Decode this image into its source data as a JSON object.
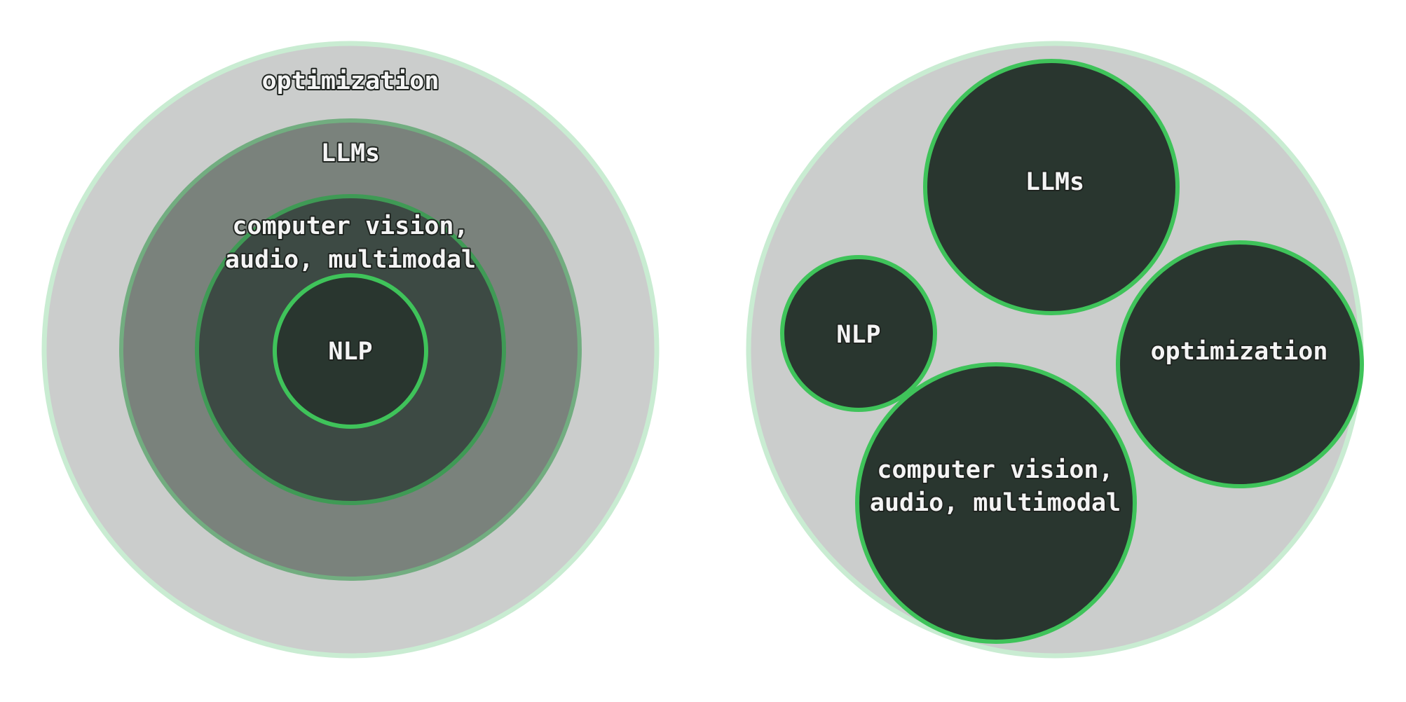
{
  "colors": {
    "outer_fill": "#cbcdcc",
    "outer_stroke": "#c9ecd2",
    "llms_nested_fill": "#7a827c",
    "llms_nested_stroke": "#72ad80",
    "cv_nested_fill": "#3d4a44",
    "cv_nested_stroke": "#3f9a55",
    "dark_fill": "#29362f",
    "bright_stroke": "#3fc35a"
  },
  "left_diagram": {
    "labels": {
      "optimization": "optimization",
      "llms": "LLMs",
      "cv_line1": "computer vision,",
      "cv_line2": "audio, multimodal",
      "nlp": "NLP"
    }
  },
  "right_diagram": {
    "labels": {
      "llms": "LLMs",
      "nlp": "NLP",
      "optimization": "optimization",
      "cv_line1": "computer vision,",
      "cv_line2": "audio, multimodal"
    }
  }
}
